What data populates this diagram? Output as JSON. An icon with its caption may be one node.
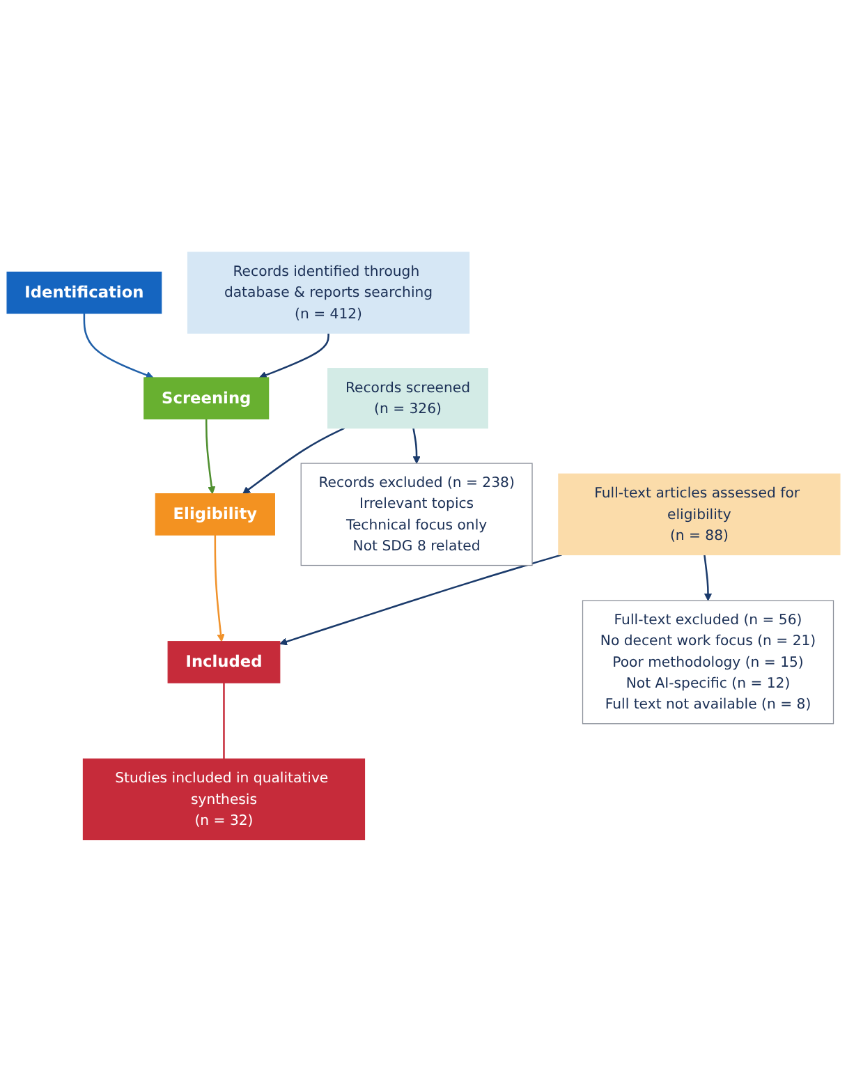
{
  "diagram": {
    "nodes": [
      {
        "text": [
          "Identification"
        ]
      },
      {
        "text": [
          "Records identified through database & reports searching",
          "(n = 412)"
        ]
      },
      {
        "text": [
          "Screening"
        ]
      },
      {
        "text": [
          "Records screened",
          "(n = 326)"
        ]
      },
      {
        "text": [
          "Records excluded (n = 238)",
          "Irrelevant topics",
          "Technical focus only",
          "Not SDG 8 related"
        ]
      },
      {
        "text": [
          "Eligibility"
        ]
      },
      {
        "text": [
          "Full-text articles assessed for eligibility",
          "(n = 88)"
        ]
      },
      {
        "text": [
          "Full-text excluded (n = 56)",
          "No decent work focus (n = 21)",
          "Poor methodology (n = 15)",
          "Not AI-specific (n = 12)",
          "Full text not available (n = 8)"
        ]
      },
      {
        "text": [
          "Included"
        ]
      },
      {
        "text": [
          "Studies included in qualitative synthesis",
          "(n = 32)"
        ]
      }
    ],
    "edges": [
      {
        "from": 0,
        "to": 2,
        "arrow": "to",
        "color": "#1f5fa8"
      },
      {
        "from": 1,
        "to": 2,
        "arrow": "to"
      },
      {
        "from": 2,
        "to": 5,
        "arrow": "to",
        "color": "#4f8f2f"
      },
      {
        "from": 3,
        "to": 5,
        "arrow": "to"
      },
      {
        "from": 3,
        "to": 4,
        "arrow": "to"
      },
      {
        "from": 5,
        "to": 8,
        "arrow": "to",
        "color": "#f0922b"
      },
      {
        "from": 6,
        "to": 8,
        "arrow": "to"
      },
      {
        "from": 6,
        "to": 7,
        "arrow": "to"
      },
      {
        "from": 8,
        "to": 9,
        "arrow": "none",
        "color": "#c62b3a"
      }
    ]
  }
}
